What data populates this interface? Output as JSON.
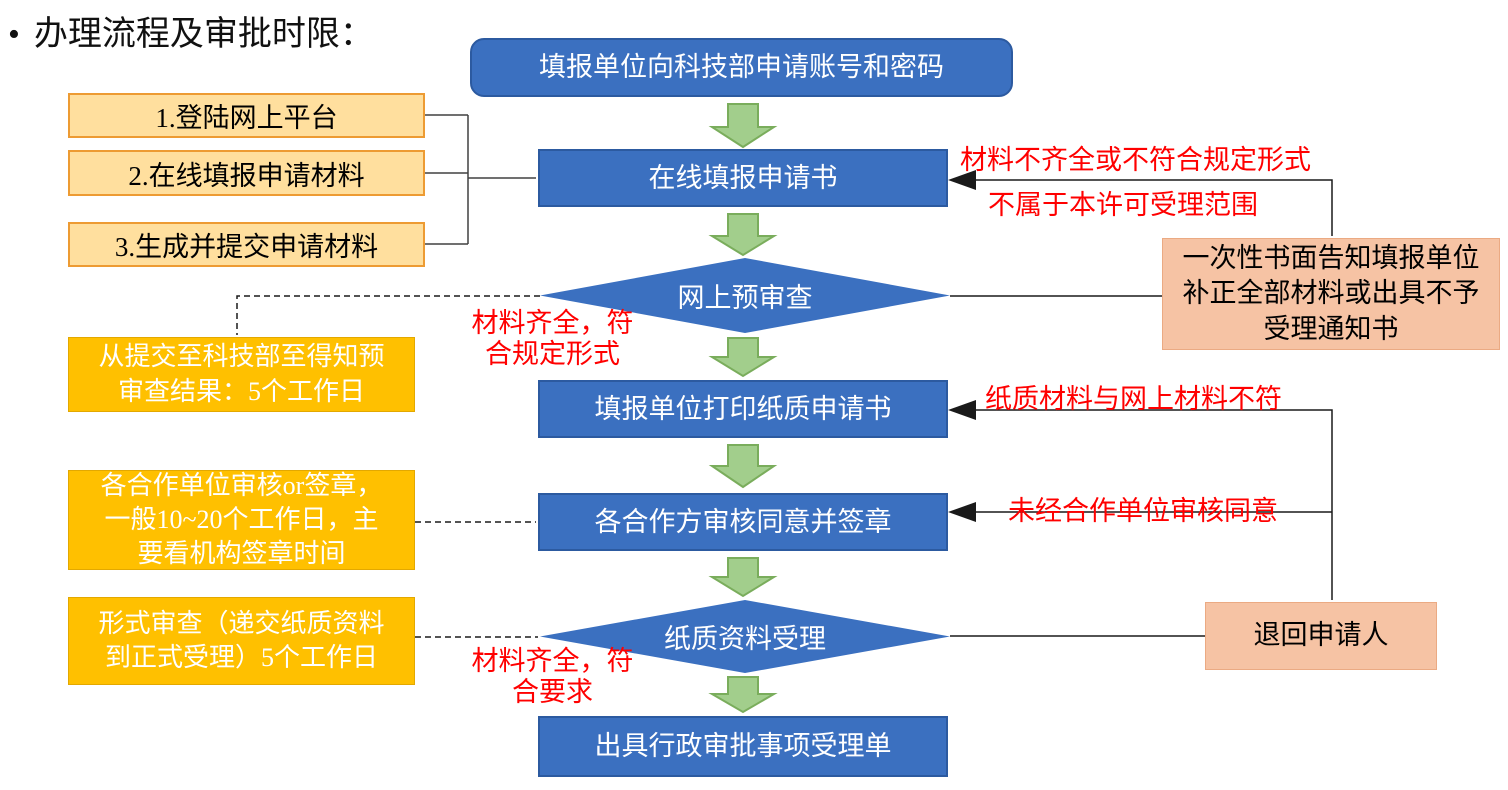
{
  "title": {
    "bullet": "•",
    "text": "办理流程及审批时限："
  },
  "flow": {
    "step1": "填报单位向科技部申请账号和密码",
    "step2": "在线填报申请书",
    "decision1": "网上预审查",
    "step3": "填报单位打印纸质申请书",
    "step4": "各合作方审核同意并签章",
    "decision2": "纸质资料受理",
    "step5": "出具行政审批事项受理单"
  },
  "online_steps": [
    "1.登陆网上平台",
    "2.在线填报申请材料",
    "3.生成并提交申请材料"
  ],
  "time_notes": [
    "从提交至科技部至得知预\n审查结果：5个工作日",
    "各合作单位审核or签章，\n一般10~20个工作日，主\n要看机构签章时间",
    "形式审查（递交纸质资料\n到正式受理）5个工作日"
  ],
  "reject_boxes": {
    "notice": "一次性书面告知填报单位\n补正全部材料或出具不予\n受理通知书",
    "return": "退回申请人"
  },
  "red_labels": {
    "incomplete": "材料不齐全或不符合规定形式",
    "out_of_scope": "不属于本许可受理范围",
    "pre_pass": "材料齐全，符\n合规定形式",
    "paper_mismatch": "纸质材料与网上材料不符",
    "no_partner_approval": "未经合作单位审核同意",
    "accept_pass": "材料齐全，符\n合要求"
  },
  "colors": {
    "node_blue": "#3B70C0",
    "node_blue_border": "#2C5AA0",
    "arrow_green": "#A2CE8C",
    "arrow_green_border": "#7AAD5C",
    "step_tan": "#FFDF9E",
    "step_tan_border": "#ED9B33",
    "note_gold": "#FFC000",
    "reject_salmon": "#F6C3A4",
    "label_red": "#FF0000",
    "line_black": "#1A1A1A"
  }
}
